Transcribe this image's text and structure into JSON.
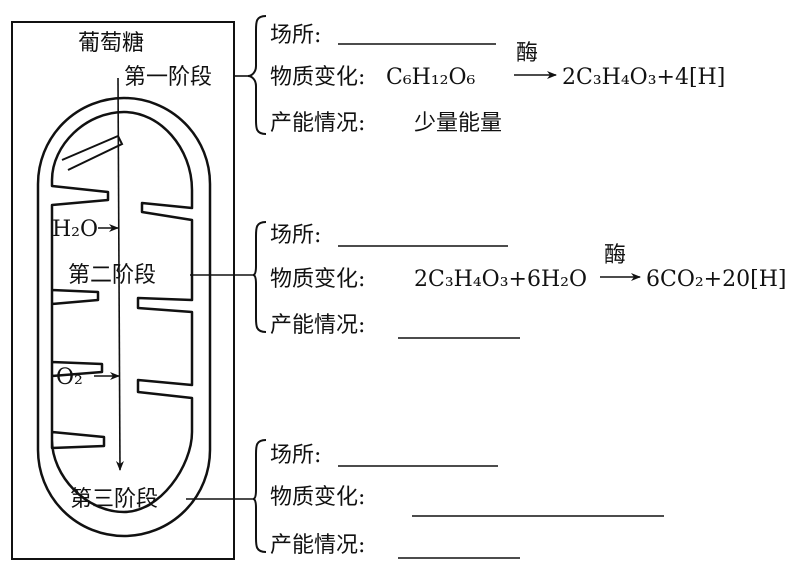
{
  "start_label": "葡萄糖",
  "water_label": "H₂O",
  "oxygen_label": "O₂",
  "stages": [
    {
      "name": "第一阶段",
      "place_label": "场所:",
      "change_label": "物质变化:",
      "reaction": {
        "reactant": "C₆H₁₂O₆",
        "enzyme": "酶",
        "product": "2C₃H₄O₃+4[H]"
      },
      "energy_label": "产能情况:",
      "energy_value": "少量能量"
    },
    {
      "name": "第二阶段",
      "place_label": "场所:",
      "change_label": "物质变化:",
      "reaction": {
        "reactant": "2C₃H₄O₃+6H₂O",
        "enzyme": "酶",
        "product": "6CO₂+20[H]"
      },
      "energy_label": "产能情况:"
    },
    {
      "name": "第三阶段",
      "place_label": "场所:",
      "change_label": "物质变化:",
      "energy_label": "产能情况:"
    }
  ]
}
